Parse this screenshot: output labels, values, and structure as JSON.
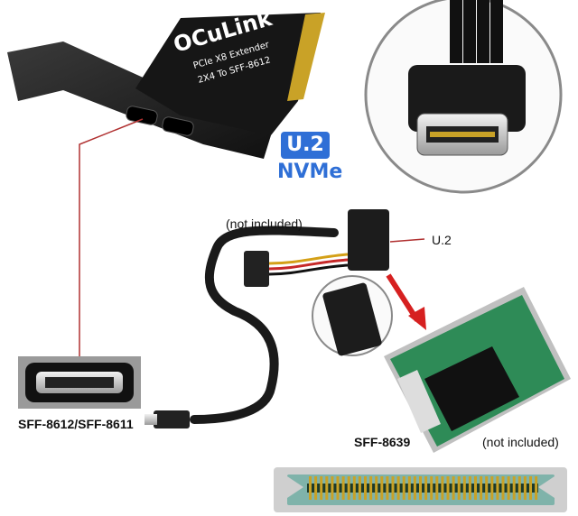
{
  "card": {
    "brand": "OCuLink",
    "line1": "PCIe X8 Extender",
    "line2": "2X4 To SFF-8612"
  },
  "badge": {
    "top": "U.2",
    "bottom": "NVMe"
  },
  "labels": {
    "not_included_top": "(not included)",
    "u2_pointer": "U.2",
    "sff_left": "SFF-8612/SFF-8611",
    "sff_right": "SFF-8639",
    "not_included_bottom": "(not included)"
  },
  "colors": {
    "accent": "#2f6fd6",
    "pointer": "#b03030",
    "arrow": "#d62020",
    "pcb": "#2e8b57"
  }
}
